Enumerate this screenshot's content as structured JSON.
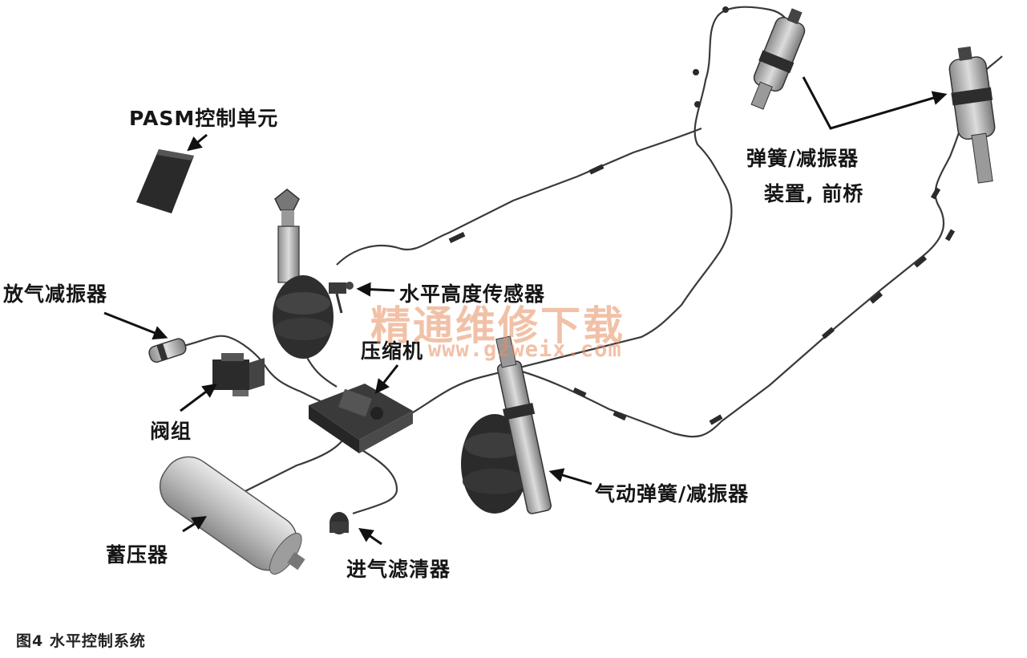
{
  "labels": {
    "pasm": "PASM控制单元",
    "front_strut_line1": "弹簧/减振器",
    "front_strut_line2": "装置, 前桥",
    "level_sensor": "水平高度传感器",
    "exhaust_damper": "放气减振器",
    "compressor": "压缩机",
    "valve_block": "阀组",
    "air_strut": "气动弹簧/减振器",
    "accumulator": "蓄压器",
    "intake_filter": "进气滤清器"
  },
  "caption": "图4 水平控制系统",
  "watermark": {
    "text": "精通维修下载",
    "url": "www.gzweix.com",
    "color": "#e68e5f"
  },
  "colors": {
    "line": "#3a3a3a",
    "component_dark": "#2b2b2b",
    "component_light": "#cfcfcf"
  }
}
